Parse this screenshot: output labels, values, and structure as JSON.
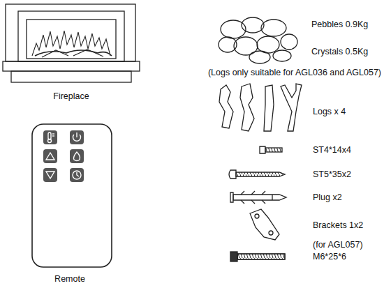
{
  "diagram": {
    "labels": [
      "Fireplace",
      "Remote",
      "Pebbles 0.9Kg",
      "Crystals 0.5Kg",
      "(Logs only suitable for AGL036 and AGL057)",
      "Logs x 4",
      "ST4*14x4",
      "ST5*35x2",
      "Plug x2",
      "Brackets 1x2",
      "(for AGL057)",
      "M6*25*6"
    ]
  }
}
